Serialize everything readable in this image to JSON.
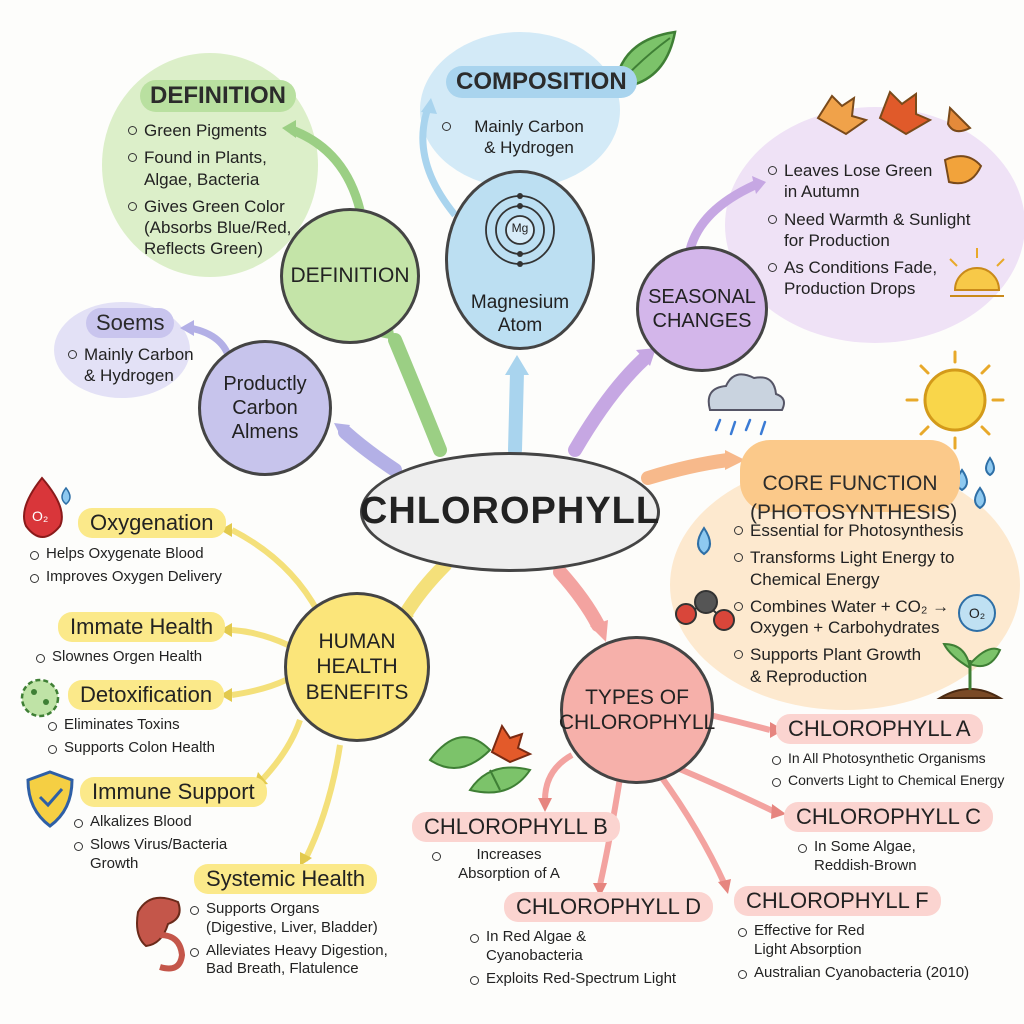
{
  "center": "CHLOROPHYLL",
  "definition": {
    "node": "DEFINITION",
    "title": "DEFINITION",
    "items": [
      "Green Pigments",
      "Found in Plants,\nAlgae, Bacteria",
      "Gives Green Color\n(Absorbs Blue/Red,\nReflects Green)"
    ]
  },
  "composition": {
    "title": "COMPOSITION",
    "items": [
      "Mainly Carbon\n& Hydrogen"
    ],
    "node": "Magnesium\nAtom",
    "atom_label": "Mg"
  },
  "seasonal": {
    "node": "SEASONAL\nCHANGES",
    "items": [
      "Leaves Lose Green\nin Autumn",
      "Need Warmth & Sunlight\nfor Production",
      "As Conditions Fade,\nProduction Drops"
    ]
  },
  "soems": {
    "title": "Soems",
    "items": [
      "Mainly Carbon\n& Hydrogen"
    ],
    "node": "Productly\nCarbon\nAlmens"
  },
  "core": {
    "title": "CORE FUNCTION\n(PHOTOSYNTHESIS)",
    "items": [
      "Essential for Photosynthesis",
      "Transforms Light Energy to\nChemical Energy",
      "Combines Water + CO₂ →\nOxygen + Carbohydrates",
      "Supports Plant Growth\n& Reproduction"
    ],
    "o2_label": "O₂"
  },
  "health": {
    "node": "HUMAN\nHEALTH\nBENEFITS",
    "o2_label": "O₂",
    "sections": [
      {
        "title": "Oxygenation",
        "items": [
          "Helps Oxygenate Blood",
          "Improves Oxygen Delivery"
        ]
      },
      {
        "title": "Immate Health",
        "items": [
          "Slownes Orgen Health"
        ]
      },
      {
        "title": "Detoxification",
        "items": [
          "Eliminates Toxins",
          "Supports Colon Health"
        ]
      },
      {
        "title": "Immune Support",
        "items": [
          "Alkalizes Blood",
          "Slows Virus/Bacteria\nGrowth"
        ]
      },
      {
        "title": "Systemic Health",
        "items": [
          "Supports Organs\n(Digestive, Liver, Bladder)",
          "Alleviates Heavy Digestion,\nBad Breath, Flatulence"
        ]
      }
    ]
  },
  "types": {
    "node": "TYPES OF\nCHLOROPHYLL",
    "a": {
      "title": "CHLOROPHYLL A",
      "items": [
        "In All Photosynthetic Organisms",
        "Converts Light to Chemical Energy"
      ]
    },
    "b": {
      "title": "CHLOROPHYLL B",
      "items": [
        "Increases\nAbsorption of A"
      ]
    },
    "c": {
      "title": "CHLOROPHYLL C",
      "items": [
        "In Some Algae,\nReddish-Brown"
      ]
    },
    "d": {
      "title": "CHLOROPHYLL D",
      "items": [
        "In Red Algae &\nCyanobacteria",
        "Exploits Red-Spectrum Light"
      ]
    },
    "f": {
      "title": "CHLOROPHYLL F",
      "items": [
        "Effective for Red\nLight Absorption",
        "Australian Cyanobacteria (2010)"
      ]
    }
  },
  "colors": {
    "green": "#cfe9b8",
    "blue": "#bfe0f2",
    "purple": "#e2cdef",
    "lavender": "#d5d3f0",
    "orange": "#fbd7a8",
    "yellow": "#fbe98a",
    "pink": "#f6b9b4",
    "center": "#eeeeee"
  }
}
